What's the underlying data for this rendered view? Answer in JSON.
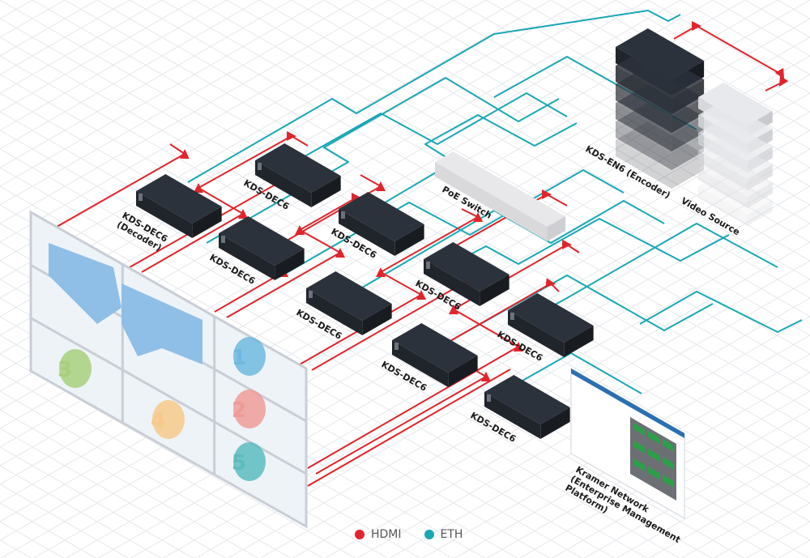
{
  "diagram": {
    "colors": {
      "hdmi": "#e0252b",
      "eth": "#1aa7b5",
      "device_dark": "#262b33",
      "switch": "#e6e6e8",
      "grid": "#e4e6ea"
    },
    "nodes": {
      "encoder": {
        "label": "KDS-EN6 (Encoder)",
        "icon": "encoder-stack-icon"
      },
      "video_source": {
        "label": "Video Source",
        "icon": "video-source-stack-icon"
      },
      "poe_switch": {
        "label": "PoE Switch",
        "icon": "network-switch-icon"
      },
      "management": {
        "label_lines": [
          "Kramer Network",
          "(Enterprise Management",
          "Platform)"
        ],
        "icon": "management-screen-icon"
      },
      "decoders": [
        {
          "label_lines": [
            "KDS-DEC6",
            "(Decoder)"
          ]
        },
        {
          "label_lines": [
            "KDS-DEC6"
          ]
        },
        {
          "label_lines": [
            "KDS-DEC6"
          ]
        },
        {
          "label_lines": [
            "KDS-DEC6"
          ]
        },
        {
          "label_lines": [
            "KDS-DEC6"
          ]
        },
        {
          "label_lines": [
            "KDS-DEC6"
          ]
        },
        {
          "label_lines": [
            "KDS-DEC6"
          ]
        },
        {
          "label_lines": [
            "KDS-DEC6"
          ]
        },
        {
          "label_lines": [
            "KDS-DEC6"
          ]
        }
      ],
      "video_wall": {
        "tiles": [
          "1",
          "2",
          "3",
          "4",
          "5"
        ],
        "icon": "video-wall-icon"
      }
    },
    "legend": [
      {
        "label": "HDMI",
        "color": "#e0252b"
      },
      {
        "label": "ETH",
        "color": "#1aa7b5"
      }
    ]
  }
}
